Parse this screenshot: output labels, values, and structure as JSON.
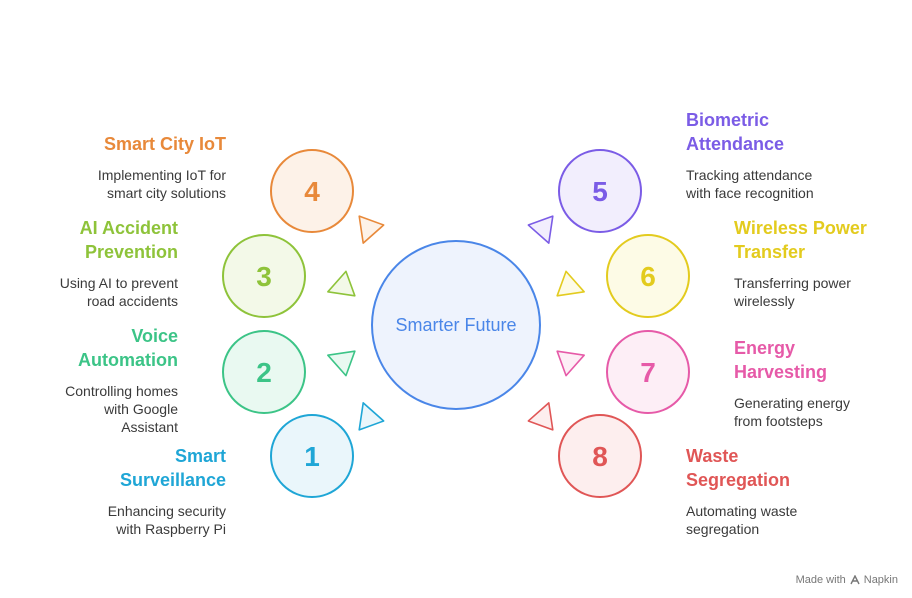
{
  "center": {
    "label": "Smarter Future",
    "fill": "#eef3fd",
    "stroke": "#4a86e8",
    "text_color": "#4a86e8"
  },
  "items": [
    {
      "num": "1",
      "title": "Smart Surveillance",
      "title_lines": [
        "Smart",
        "Surveillance"
      ],
      "desc_lines": [
        "Enhancing security",
        "with Raspberry Pi"
      ],
      "color": "#1fa6d6",
      "fill": "#eaf6fb"
    },
    {
      "num": "2",
      "title": "Voice Automation",
      "title_lines": [
        "Voice",
        "Automation"
      ],
      "desc_lines": [
        "Controlling homes",
        "with Google",
        "Assistant"
      ],
      "color": "#3cc487",
      "fill": "#e9f9f1"
    },
    {
      "num": "3",
      "title": "AI Accident Prevention",
      "title_lines": [
        "AI Accident",
        "Prevention"
      ],
      "desc_lines": [
        "Using AI to prevent",
        "road accidents"
      ],
      "color": "#8ec33a",
      "fill": "#f3f9e8"
    },
    {
      "num": "4",
      "title": "Smart City IoT",
      "title_lines": [
        "Smart City IoT"
      ],
      "desc_lines": [
        "Implementing IoT for",
        "smart city solutions"
      ],
      "color": "#e8893a",
      "fill": "#fdf2e8"
    },
    {
      "num": "5",
      "title": "Biometric Attendance",
      "title_lines": [
        "Biometric",
        "Attendance"
      ],
      "desc_lines": [
        "Tracking attendance",
        "with face recognition"
      ],
      "color": "#7b5ce6",
      "fill": "#f2eefd"
    },
    {
      "num": "6",
      "title": "Wireless Power Transfer",
      "title_lines": [
        "Wireless Power",
        "Transfer"
      ],
      "desc_lines": [
        "Transferring power",
        "wirelessly"
      ],
      "color": "#e3cb1e",
      "fill": "#fdfbe6"
    },
    {
      "num": "7",
      "title": "Energy Harvesting",
      "title_lines": [
        "Energy",
        "Harvesting"
      ],
      "desc_lines": [
        "Generating energy",
        "from footsteps"
      ],
      "color": "#e65aa8",
      "fill": "#fdeef6"
    },
    {
      "num": "8",
      "title": "Waste Segregation",
      "title_lines": [
        "Waste",
        "Segregation"
      ],
      "desc_lines": [
        "Automating waste",
        "segregation"
      ],
      "color": "#e05656",
      "fill": "#fdeeee"
    }
  ],
  "footer": {
    "made_with": "Made with",
    "brand": "Napkin"
  }
}
